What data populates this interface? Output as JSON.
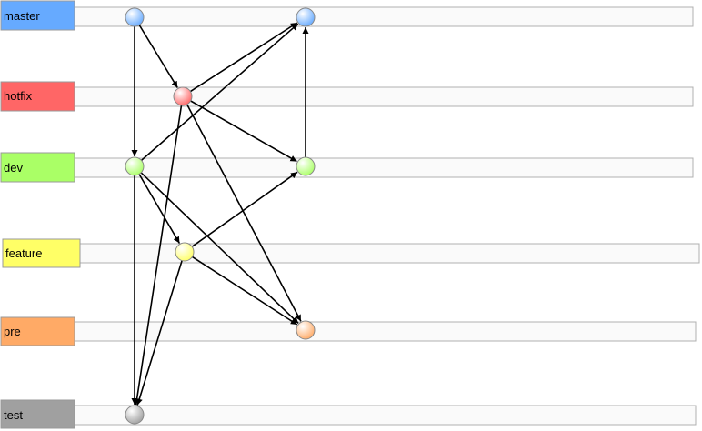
{
  "branches": [
    {
      "id": "master",
      "label": "master",
      "color": "#66aaff"
    },
    {
      "id": "hotfix",
      "label": "hotfix",
      "color": "#ff6666"
    },
    {
      "id": "dev",
      "label": "dev",
      "color": "#aaff66"
    },
    {
      "id": "feature",
      "label": "feature",
      "color": "#ffff66"
    },
    {
      "id": "pre",
      "label": "pre",
      "color": "#ffaa66"
    },
    {
      "id": "test",
      "label": "test",
      "color": "#a0a0a0"
    }
  ],
  "commits": [
    {
      "id": "m1",
      "branch": "master",
      "color": "#66aaff"
    },
    {
      "id": "m2",
      "branch": "master",
      "color": "#66aaff"
    },
    {
      "id": "h1",
      "branch": "hotfix",
      "color": "#ff6666"
    },
    {
      "id": "d1",
      "branch": "dev",
      "color": "#aaff66"
    },
    {
      "id": "d2",
      "branch": "dev",
      "color": "#aaff66"
    },
    {
      "id": "f1",
      "branch": "feature",
      "color": "#ffff66"
    },
    {
      "id": "p1",
      "branch": "pre",
      "color": "#ffaa66"
    },
    {
      "id": "t1",
      "branch": "test",
      "color": "#a0a0a0"
    }
  ],
  "edges": [
    {
      "from": "m1",
      "to": "h1"
    },
    {
      "from": "m1",
      "to": "d1"
    },
    {
      "from": "h1",
      "to": "m2"
    },
    {
      "from": "h1",
      "to": "d2"
    },
    {
      "from": "h1",
      "to": "p1"
    },
    {
      "from": "h1",
      "to": "t1"
    },
    {
      "from": "d1",
      "to": "m2"
    },
    {
      "from": "d1",
      "to": "f1"
    },
    {
      "from": "d1",
      "to": "p1"
    },
    {
      "from": "d1",
      "to": "t1"
    },
    {
      "from": "f1",
      "to": "d2"
    },
    {
      "from": "f1",
      "to": "p1"
    },
    {
      "from": "f1",
      "to": "t1"
    },
    {
      "from": "d2",
      "to": "m2"
    }
  ]
}
